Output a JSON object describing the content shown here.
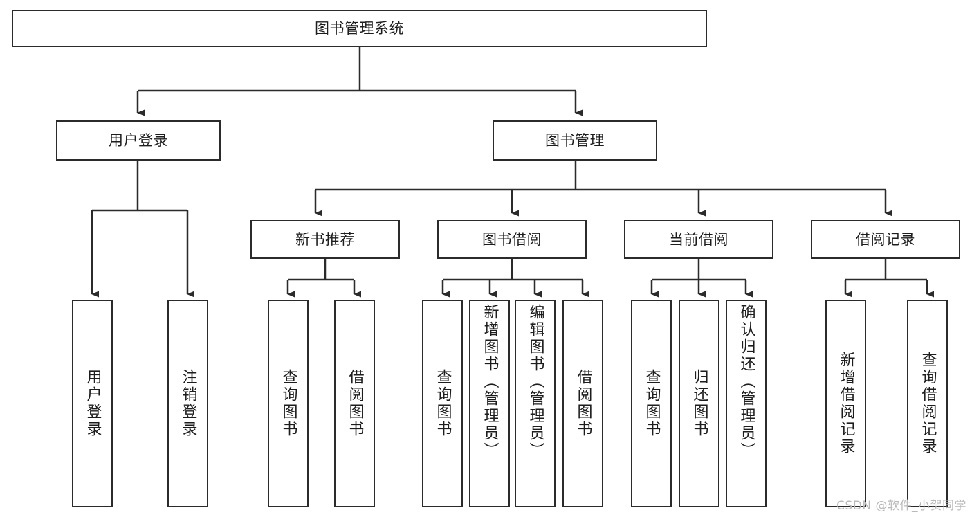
{
  "diagram": {
    "title": "图书管理系统",
    "type": "tree-hierarchy-chart",
    "stroke_color": "#2b2b2b",
    "fill_color": "#ffffff",
    "text_color": "#1d1d1d",
    "root": {
      "label": "图书管理系统"
    },
    "level2": [
      {
        "label": "用户登录"
      },
      {
        "label": "图书管理"
      }
    ],
    "level3": [
      {
        "label": "新书推荐"
      },
      {
        "label": "图书借阅"
      },
      {
        "label": "当前借阅"
      },
      {
        "label": "借阅记录"
      }
    ],
    "leaves": {
      "user_login": [
        {
          "label": "用户登录"
        },
        {
          "label": "注销登录"
        }
      ],
      "new_book": [
        {
          "label": "查询图书"
        },
        {
          "label": "借阅图书"
        }
      ],
      "borrow_book": [
        {
          "label": "查询图书"
        },
        {
          "label": "新增图书（管理员）"
        },
        {
          "label": "编辑图书（管理员）"
        },
        {
          "label": "借阅图书"
        }
      ],
      "current_borrow": [
        {
          "label": "查询图书"
        },
        {
          "label": "归还图书"
        },
        {
          "label": "确认归还（管理员）"
        }
      ],
      "borrow_record": [
        {
          "label": "新增借阅记录"
        },
        {
          "label": "查询借阅记录"
        }
      ]
    }
  },
  "watermark": {
    "text": "CSDN @软件_小贺同学"
  }
}
